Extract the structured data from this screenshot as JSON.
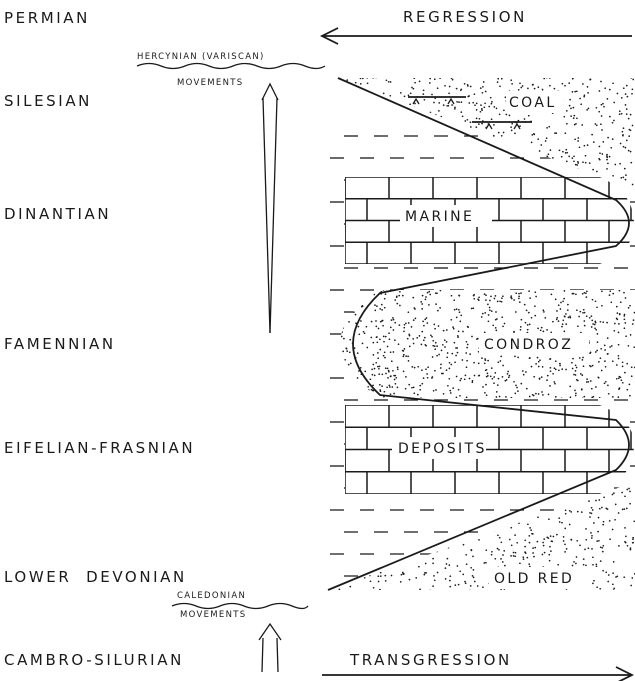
{
  "stratigraphy": {
    "permian": "PERMIAN",
    "silesian": "SILESIAN",
    "dinantian": "DINANTIAN",
    "famennian": "FAMENNIAN",
    "eifelian_frasnian": "EIFELIAN-FRASNIAN",
    "lower_devonian": "LOWER  DEVONIAN",
    "cambro_silurian": "CAMBRO-SILURIAN"
  },
  "events": {
    "hercynian": "HERCYNIAN (VARISCAN)",
    "hercynian_movements": "MOVEMENTS",
    "caledonian": "CALEDONIAN",
    "caledonian_movements": "MOVEMENTS"
  },
  "trends": {
    "regression": "REGRESSION",
    "transgression": "TRANSGRESSION"
  },
  "facies": {
    "coal": "COAL",
    "marine": "MARINE",
    "condroz": "CONDROZ",
    "deposits": "DEPOSITS",
    "old_red": "OLD RED"
  },
  "colors": {
    "ink": "#1a1a1a",
    "paper": "#ffffff"
  },
  "icons": {
    "regression_arrow": "arrow-left-icon",
    "transgression_arrow": "arrow-right-icon",
    "movement_arrow": "arrow-up-icon"
  }
}
